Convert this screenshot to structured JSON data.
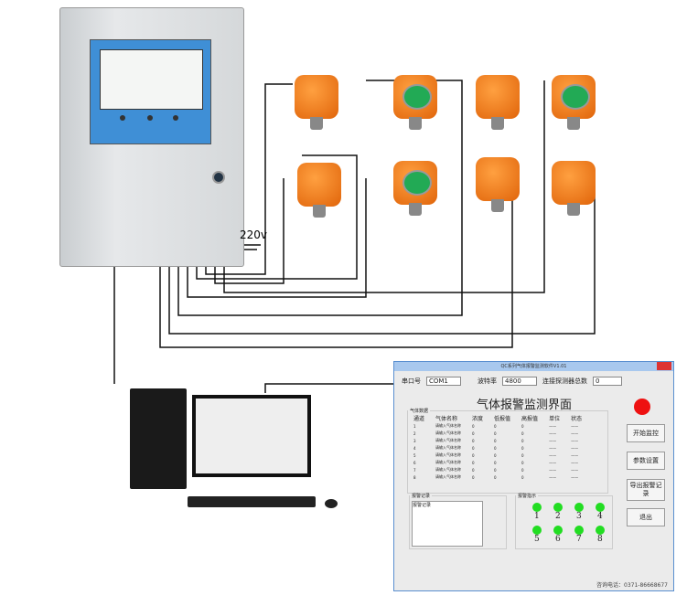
{
  "voltage_label": "220v",
  "software": {
    "window_title": "QC系列气体报警监测软件V1.01",
    "port_label": "串口号",
    "port_value": "COM1",
    "baud_label": "波特率",
    "baud_value": "4800",
    "count_label": "连接探测器总数",
    "count_value": "0",
    "heading": "气体报警监测界面",
    "data_group": "气体数据",
    "columns": [
      "通道",
      "气体名称",
      "浓度",
      "低报值",
      "高报值",
      "单位",
      "状态"
    ],
    "rows": [
      [
        "1",
        "请输入气体名称",
        "0",
        "0",
        "0",
        "——",
        "——"
      ],
      [
        "2",
        "请输入气体名称",
        "0",
        "0",
        "0",
        "——",
        "——"
      ],
      [
        "3",
        "请输入气体名称",
        "0",
        "0",
        "0",
        "——",
        "——"
      ],
      [
        "4",
        "请输入气体名称",
        "0",
        "0",
        "0",
        "——",
        "——"
      ],
      [
        "5",
        "请输入气体名称",
        "0",
        "0",
        "0",
        "——",
        "——"
      ],
      [
        "6",
        "请输入气体名称",
        "0",
        "0",
        "0",
        "——",
        "——"
      ],
      [
        "7",
        "请输入气体名称",
        "0",
        "0",
        "0",
        "——",
        "——"
      ],
      [
        "8",
        "请输入气体名称",
        "0",
        "0",
        "0",
        "——",
        "——"
      ]
    ],
    "buttons": {
      "start": "开始监控",
      "params": "参数设置",
      "export": "导出报警记录",
      "exit": "退出"
    },
    "alarm_log_group": "报警记录",
    "alarm_log_text": "报警记录",
    "indicator_group": "报警指示",
    "indicators": [
      "1",
      "2",
      "3",
      "4",
      "5",
      "6",
      "7",
      "8"
    ],
    "footer": "咨询电话：0371-86668677",
    "colors": {
      "alarm": "#ee1111",
      "ok": "#22dd22"
    }
  }
}
